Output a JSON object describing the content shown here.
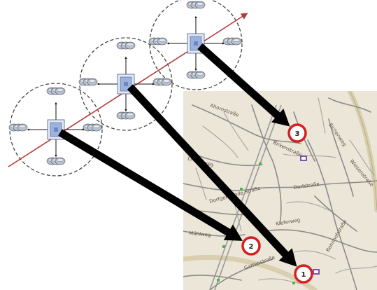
{
  "colors": {
    "map_background": "#ece6d8",
    "road": "#d9cfae",
    "street": "#8c8c8c",
    "street_small": "#a3a3a3",
    "diagram_axis": "#b23a3a",
    "arrow": "#000000",
    "marker_ring": "#d42020",
    "circle_dash": "#444444",
    "node_fill": "#9db3de",
    "node_box": "#dfe9f7",
    "drum": "#b9c2cf",
    "point_green": "#49b84a",
    "poi": "#7a52b5"
  },
  "diagram": {
    "axis_direction": "right-up",
    "clusters": [
      {
        "id": "cluster-1",
        "drums_per_side": 2
      },
      {
        "id": "cluster-2",
        "drums_per_side": 2
      },
      {
        "id": "cluster-3",
        "drums_per_side": 2
      }
    ]
  },
  "map": {
    "markers": [
      {
        "id": "marker-3",
        "label": "3"
      },
      {
        "id": "marker-2",
        "label": "2"
      },
      {
        "id": "marker-1",
        "label": "1"
      }
    ],
    "street_labels": [
      "Ahornstraße",
      "Birkenstraße",
      "Eichenweg",
      "Dorfstraße",
      "Dorfgemeinde Straße",
      "Lindenweg",
      "Kieferweg",
      "Bahnhofstraße",
      "Gartenstraße",
      "Mühlweg",
      "Wiesenstraße"
    ]
  },
  "arrows": [
    {
      "from": "cluster-3",
      "to": "marker-3"
    },
    {
      "from": "cluster-1",
      "to": "marker-2"
    },
    {
      "from": "cluster-2",
      "to": "marker-1"
    }
  ]
}
